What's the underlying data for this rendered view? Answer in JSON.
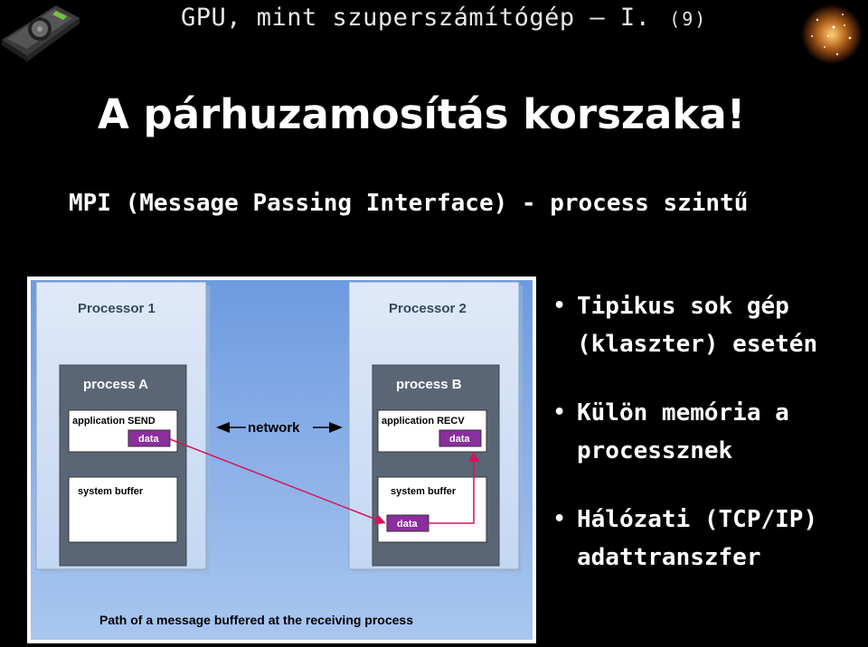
{
  "header": {
    "title": "GPU, mint szuperszámítógép — I.",
    "page_number": "(9)"
  },
  "slide": {
    "title": "A párhuzamosítás korszaka!",
    "subtitle": "MPI (Message Passing Interface) - process szintű"
  },
  "diagram": {
    "processor1_label": "Processor 1",
    "processor2_label": "Processor 2",
    "processA_label": "process A",
    "processB_label": "process B",
    "app_send_label": "application SEND",
    "app_recv_label": "application RECV",
    "data_label_a": "data",
    "data_label_b": "data",
    "data_label_buffer": "data",
    "sysbuf_a_label": "system buffer",
    "sysbuf_b_label": "system buffer",
    "network_label": "network",
    "caption": "Path of a message buffered at the receiving process"
  },
  "bullets": [
    {
      "text": "Tipikus sok gép (klaszter) esetén"
    },
    {
      "text": "Külön memória a processznek"
    },
    {
      "text": "Hálózati (TCP/IP) adattranszfer"
    }
  ],
  "colors": {
    "background": "#000000",
    "diagram_outer": "#7ea9e0",
    "processor_panel": "#c8dbf5",
    "process_box": "#5a6675",
    "data_tag": "#8b2e9e",
    "arrow": "#d4145a"
  },
  "icons": [
    "gpu-card-logo",
    "nebula-logo"
  ]
}
